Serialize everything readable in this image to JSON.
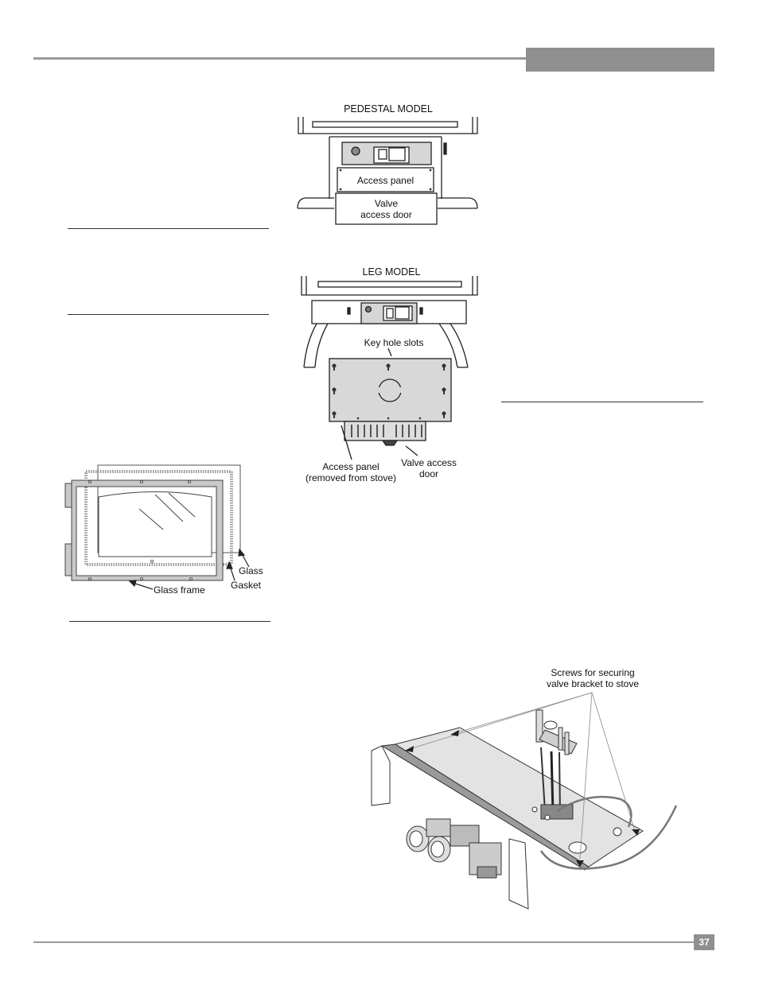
{
  "page": {
    "number": "37"
  },
  "figures": {
    "pedestal": {
      "title": "PEDESTAL MODEL",
      "access_panel": "Access panel",
      "valve_door_line1": "Valve",
      "valve_door_line2": "access door"
    },
    "leg": {
      "title": "LEG MODEL",
      "key_hole_slots": "Key hole slots",
      "access_panel_line1": "Access panel",
      "access_panel_line2": "(removed from stove)",
      "valve_door_line1": "Valve access",
      "valve_door_line2": "door"
    },
    "glass": {
      "glass": "Glass",
      "gasket": "Gasket",
      "glass_frame": "Glass frame"
    },
    "valve_bracket": {
      "callout_line1": "Screws for securing",
      "callout_line2": "valve bracket to stove"
    }
  }
}
